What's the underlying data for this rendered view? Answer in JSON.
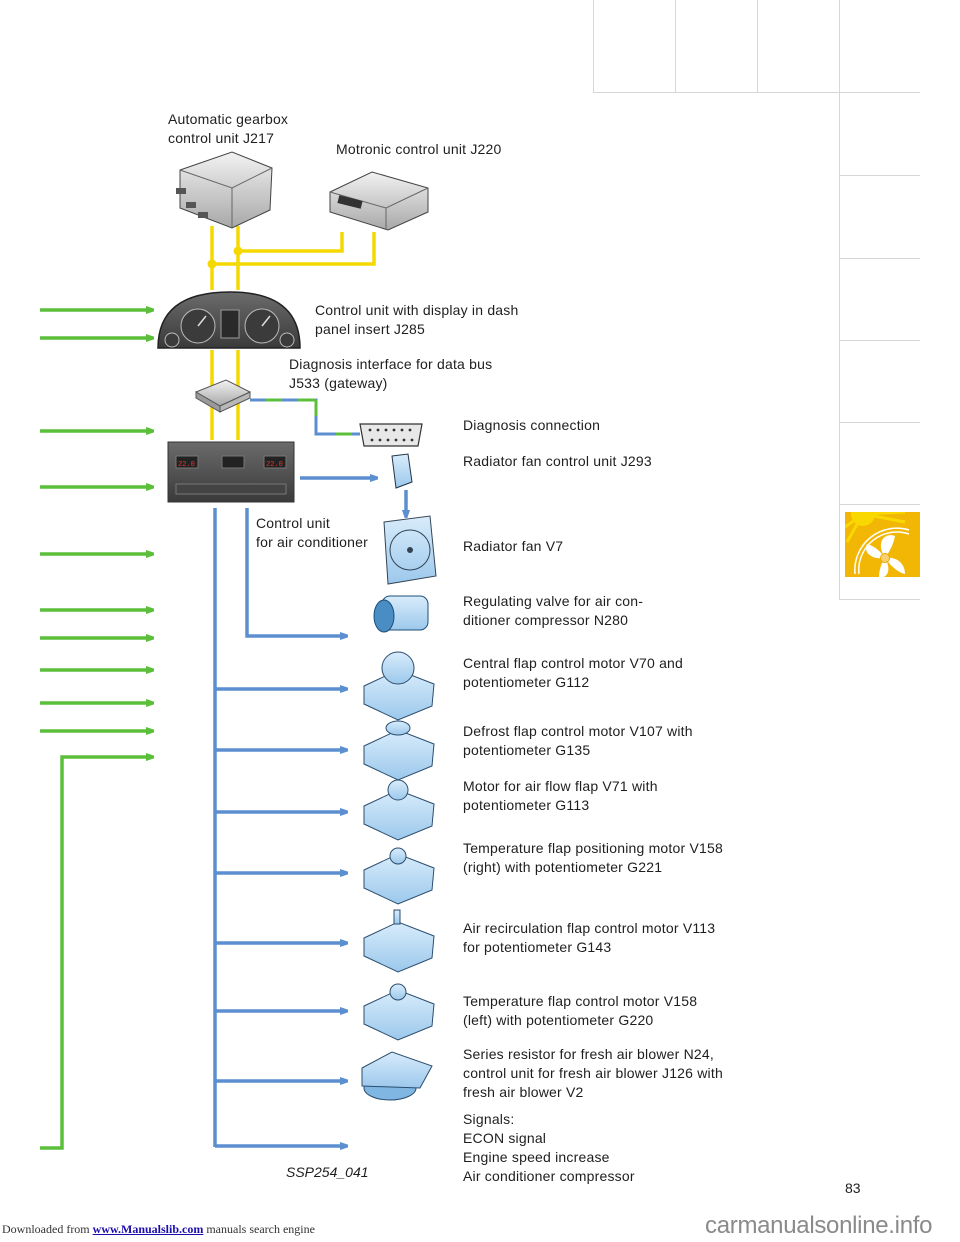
{
  "colors": {
    "can_bus_yellow": "#f5d800",
    "input_green": "#5cbf3a",
    "output_blue": "#5b8fd0",
    "tab_yellow": "#f2b705",
    "grid_gray": "#d4d8da"
  },
  "components": {
    "gearbox_ecu": "Automatic gearbox\ncontrol unit J217",
    "motronic_ecu": "Motronic control unit J220",
    "dash_insert": "Control unit with display in dash\npanel insert J285",
    "gateway": "Diagnosis interface for data bus\nJ533 (gateway)",
    "diag_connection": "Diagnosis connection",
    "radiator_fan_cu": "Radiator fan control unit J293",
    "ac_control_unit": "Control unit\nfor air conditioner",
    "radiator_fan": "Radiator fan V7"
  },
  "outputs": [
    {
      "label": "Regulating valve for air con-\nditioner compressor N280"
    },
    {
      "label": "Central flap control motor V70 and\npotentiometer G112"
    },
    {
      "label": "Defrost flap control motor V107 with\npotentiometer G135"
    },
    {
      "label": "Motor for air flow flap V71 with\npotentiometer G113"
    },
    {
      "label": "Temperature flap positioning motor V158\n(right) with potentiometer G221"
    },
    {
      "label": "Air recirculation flap control motor V113\nfor potentiometer G143"
    },
    {
      "label": "Temperature flap control motor V158\n(left) with potentiometer G220"
    },
    {
      "label": "Series resistor for fresh air blower N24,\ncontrol unit for fresh air blower J126 with\nfresh air blower V2"
    },
    {
      "label": "Signals:\nECON signal\nEngine speed increase\nAir conditioner compressor"
    }
  ],
  "figure_id": "SSP254_041",
  "page_number": "83",
  "footer": {
    "prefix": "Downloaded from ",
    "link": "www.Manualslib.com",
    "suffix": " manuals search engine",
    "watermark": "carmanualsonline.info"
  }
}
